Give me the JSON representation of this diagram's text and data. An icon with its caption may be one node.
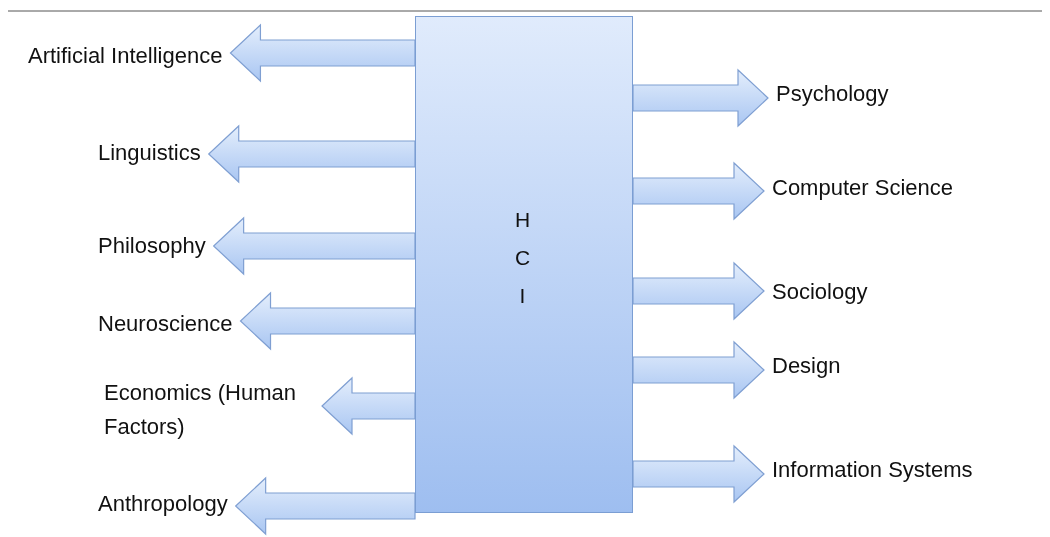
{
  "diagram": {
    "nodes": [
      {
        "text": [
          "H C I"
        ]
      },
      {
        "text": [
          "Artificial Intelligence"
        ]
      },
      {
        "text": [
          "Linguistics"
        ]
      },
      {
        "text": [
          "Philosophy"
        ]
      },
      {
        "text": [
          "Neuroscience"
        ]
      },
      {
        "text": [
          "Economics (Human Factors)"
        ]
      },
      {
        "text": [
          "Anthropology"
        ]
      },
      {
        "text": [
          "Psychology"
        ]
      },
      {
        "text": [
          "Computer Science"
        ]
      },
      {
        "text": [
          "Sociology"
        ]
      },
      {
        "text": [
          "Design"
        ]
      },
      {
        "text": [
          "Information Systems"
        ]
      }
    ],
    "edges": [
      {
        "from": 0,
        "to": 1,
        "arrow": "to"
      },
      {
        "from": 0,
        "to": 2,
        "arrow": "to"
      },
      {
        "from": 0,
        "to": 3,
        "arrow": "to"
      },
      {
        "from": 0,
        "to": 4,
        "arrow": "to"
      },
      {
        "from": 0,
        "to": 5,
        "arrow": "to"
      },
      {
        "from": 0,
        "to": 6,
        "arrow": "to"
      },
      {
        "from": 0,
        "to": 7,
        "arrow": "to"
      },
      {
        "from": 0,
        "to": 8,
        "arrow": "to"
      },
      {
        "from": 0,
        "to": 9,
        "arrow": "to"
      },
      {
        "from": 0,
        "to": 10,
        "arrow": "to"
      },
      {
        "from": 0,
        "to": 11,
        "arrow": "to"
      }
    ]
  }
}
